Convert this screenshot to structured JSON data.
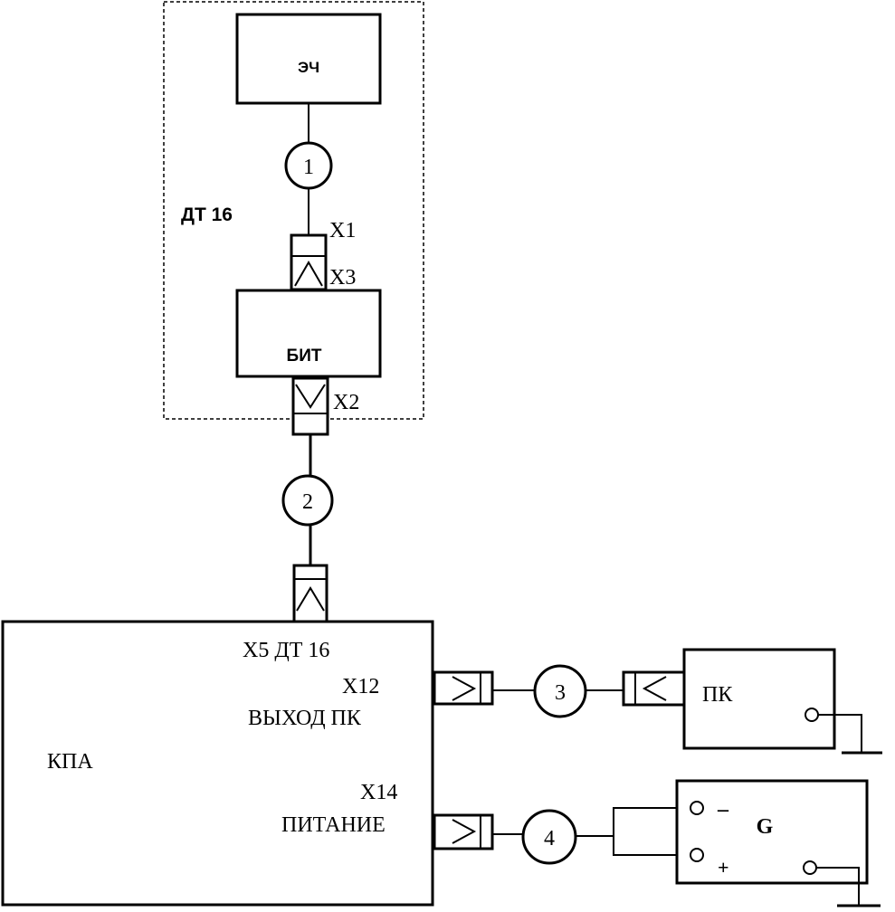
{
  "diagram": {
    "group": {
      "label": "ДТ 16"
    },
    "blocks": {
      "ech": "ЭЧ",
      "bit": "БИТ",
      "kpa": "КПА",
      "pk": "ПК",
      "g": "G"
    },
    "connectors": {
      "x1": "X1",
      "x3": "X3",
      "x2": "X2",
      "x5": "X5 ДТ 16",
      "x12": "X12",
      "x12_desc": "ВЫХОД ПК",
      "x14": "X14",
      "x14_desc": "ПИТАНИЕ"
    },
    "cables": [
      "1",
      "2",
      "3",
      "4"
    ],
    "polarity": {
      "minus": "–",
      "plus": "+"
    }
  }
}
